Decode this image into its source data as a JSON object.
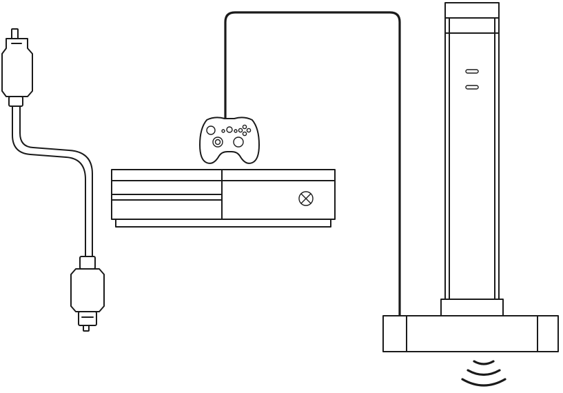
{
  "diagram": {
    "components": [
      {
        "id": "optical-cable",
        "icon": "optical-audio-cable-icon"
      },
      {
        "id": "game-controller",
        "icon": "game-controller-icon"
      },
      {
        "id": "game-console",
        "icon": "game-console-icon"
      },
      {
        "id": "wireless-transmitter-stand",
        "icon": "headset-stand-transmitter-icon"
      },
      {
        "id": "wireless-signal",
        "icon": "wireless-signal-icon"
      }
    ],
    "connections": [
      {
        "from": "game-controller",
        "to": "wireless-transmitter-stand",
        "style": "cable"
      }
    ],
    "colors": {
      "stroke": "#1a1a1a",
      "fill": "#ffffff"
    }
  }
}
